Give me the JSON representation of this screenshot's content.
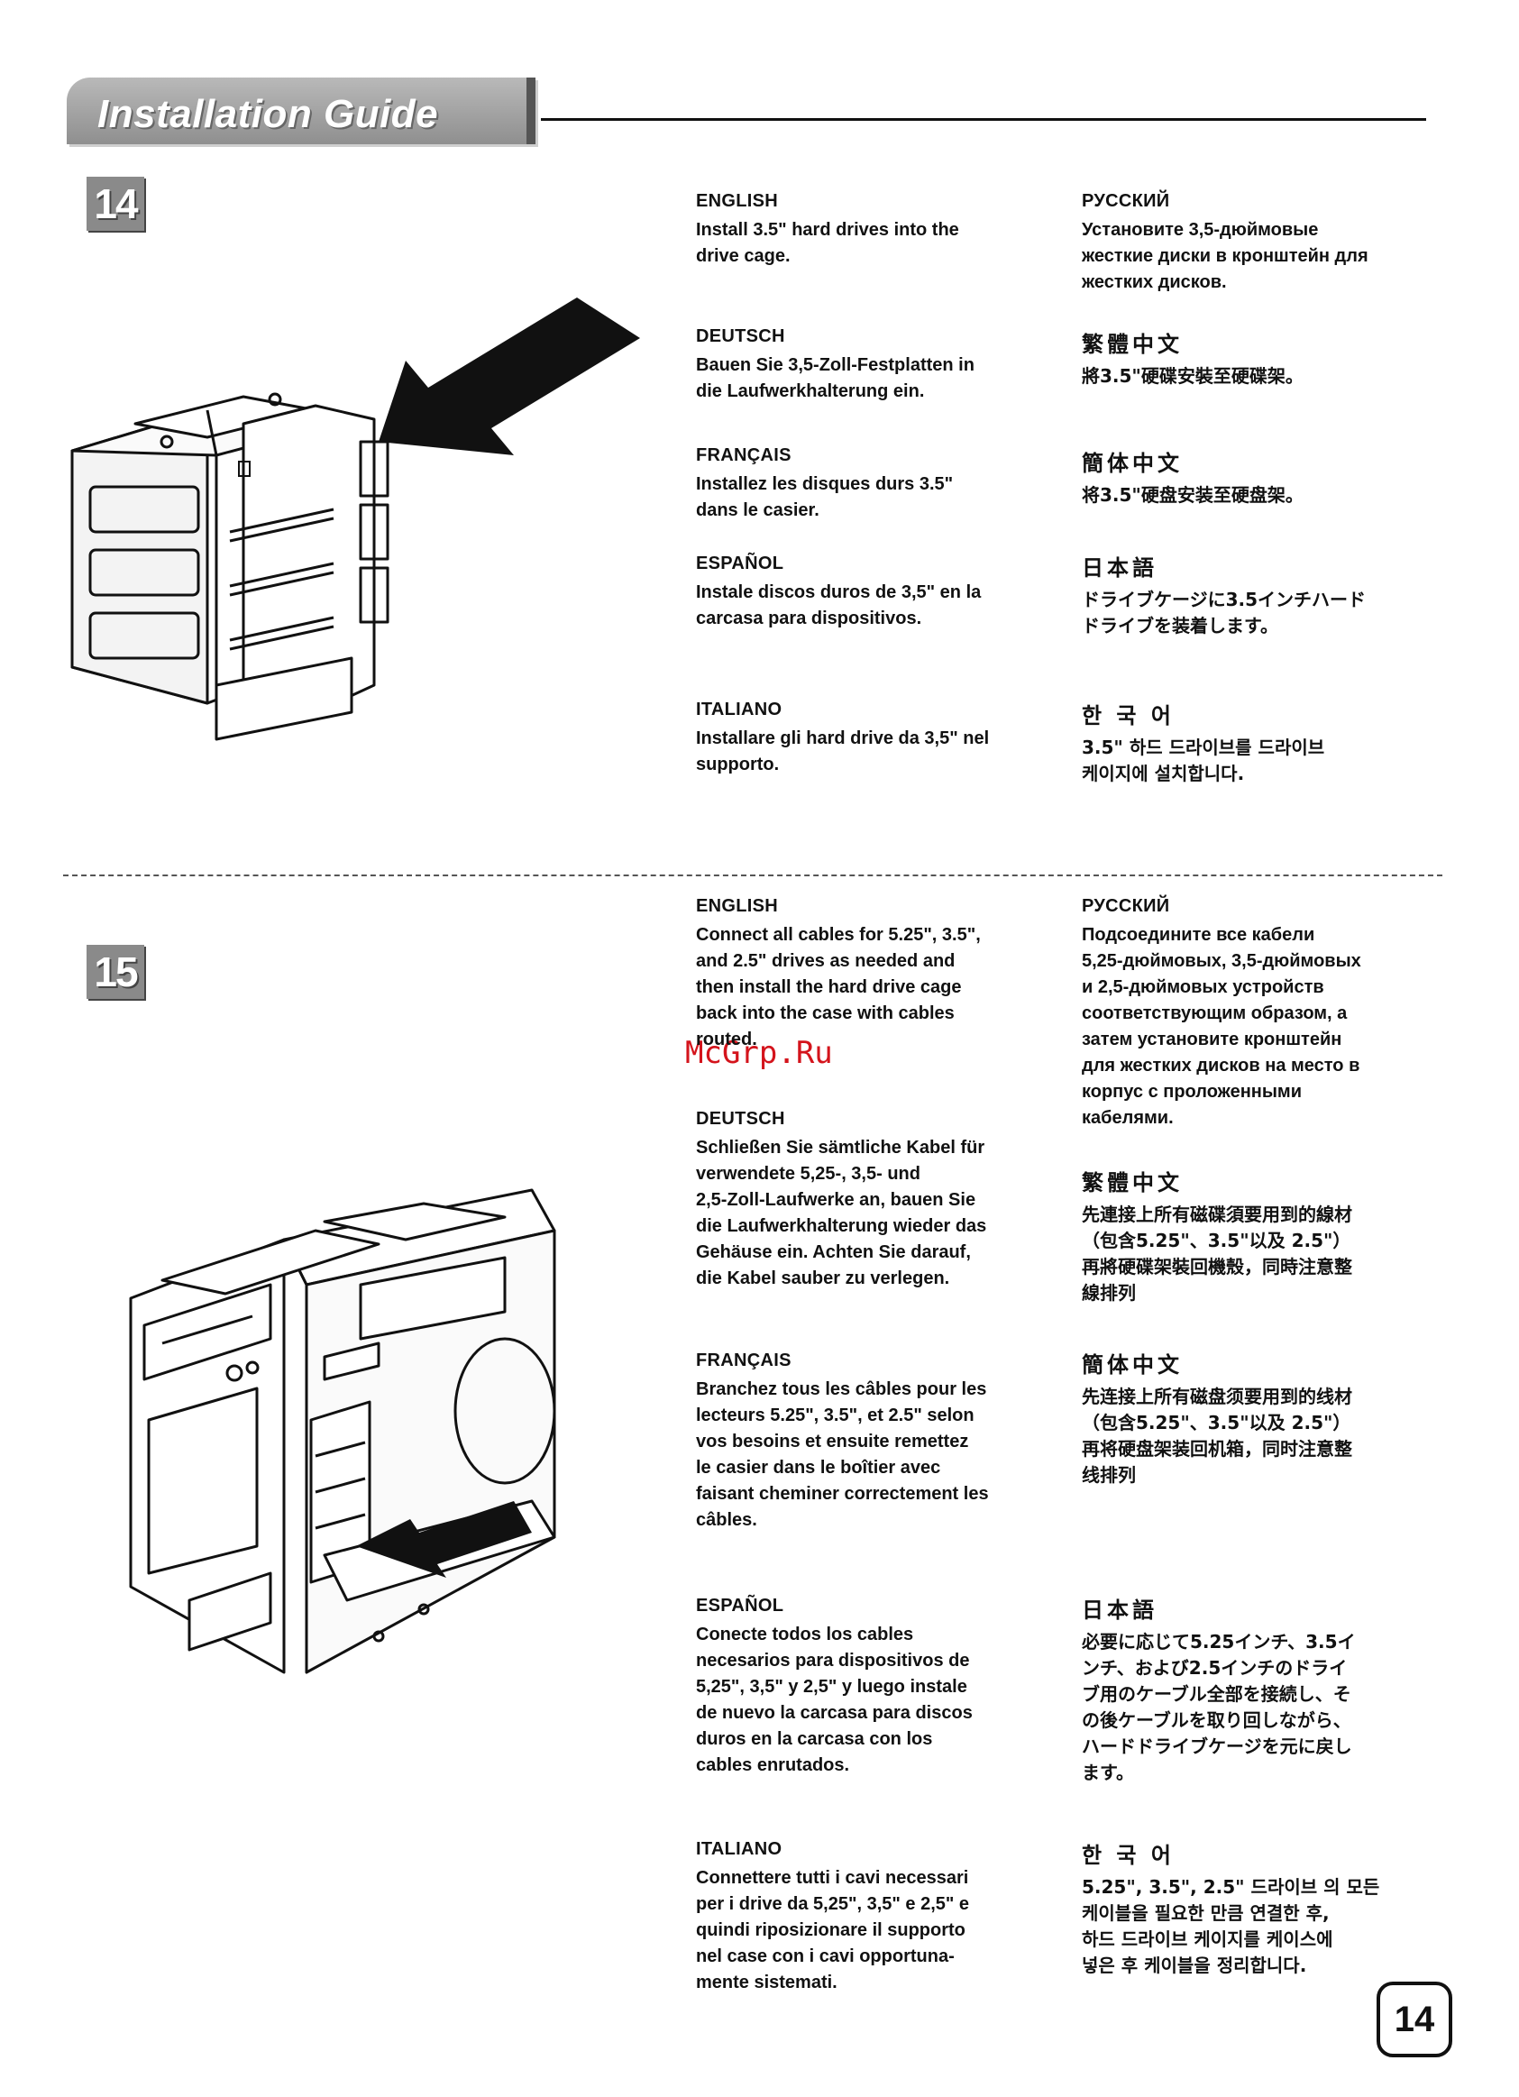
{
  "header": {
    "title": "Installation Guide"
  },
  "steps": [
    {
      "number": "14",
      "left": [
        {
          "lang": "ENGLISH",
          "text": "Install 3.5\" hard drives into the\ndrive cage."
        },
        {
          "lang": "DEUTSCH",
          "text": "Bauen Sie 3,5-Zoll-Festplatten in\ndie Laufwerkhalterung ein."
        },
        {
          "lang": "FRANÇAIS",
          "text": "Installez les disques durs 3.5\"\ndans le casier."
        },
        {
          "lang": "ESPAÑOL",
          "text": "Instale discos duros de 3,5\" en la\ncarcasa para dispositivos."
        },
        {
          "lang": "ITALIANO",
          "text": "Installare gli hard drive da 3,5\" nel\nsupporto."
        }
      ],
      "right": [
        {
          "lang": "РУССКИЙ",
          "text": "Установите 3,5-дюймовые\nжесткие диски в кронштейн для\nжестких дисков."
        },
        {
          "lang": "繁體中文",
          "text": "將3.5\"硬碟安裝至硬碟架。"
        },
        {
          "lang": "簡体中文",
          "text": "将3.5\"硬盘安装至硬盘架。"
        },
        {
          "lang": "日本語",
          "text": "ドライブケージに3.5インチハード\nドライブを装着します。"
        },
        {
          "lang": "한 국 어",
          "text": "3.5\" 하드 드라이브를 드라이브\n케이지에 설치합니다."
        }
      ]
    },
    {
      "number": "15",
      "left": [
        {
          "lang": "ENGLISH",
          "text": "Connect all cables for 5.25\", 3.5\",\nand 2.5\" drives as needed and\nthen install the hard drive cage\nback into the case with cables\nrouted."
        },
        {
          "lang": "DEUTSCH",
          "text": "Schließen Sie sämtliche Kabel für\nverwendete 5,25-, 3,5- und\n2,5-Zoll-Laufwerke an, bauen Sie\ndie Laufwerkhalterung wieder das\nGehäuse ein. Achten Sie darauf,\ndie Kabel sauber zu verlegen."
        },
        {
          "lang": "FRANÇAIS",
          "text": "Branchez tous les câbles pour les\nlecteurs 5.25\", 3.5\", et 2.5\" selon\nvos besoins et ensuite remettez\nle casier dans le boîtier avec\nfaisant cheminer correctement les\ncâbles."
        },
        {
          "lang": "ESPAÑOL",
          "text": "Conecte todos los cables\nnecesarios para dispositivos de\n5,25\", 3,5\" y 2,5\" y luego instale\nde nuevo la carcasa para discos\nduros en la carcasa con los\ncables enrutados."
        },
        {
          "lang": "ITALIANO",
          "text": "Connettere tutti i cavi necessari\nper i drive da 5,25\", 3,5\" e 2,5\" e\nquindi riposizionare il supporto\nnel case con i cavi opportuna-\nmente sistemati."
        }
      ],
      "right": [
        {
          "lang": "РУССКИЙ",
          "text": "Подсоедините все кабели\n5,25-дюймовых, 3,5-дюймовых\nи 2,5-дюймовых устройств\nсоответствующим образом, а\nзатем установите кронштейн\nдля жестких дисков на место в\nкорпус с проложенными\nкабелями."
        },
        {
          "lang": "繁體中文",
          "text": "先連接上所有磁碟須要用到的線材\n（包含5.25\"、3.5\"以及 2.5\"）\n再將硬碟架裝回機殼，同時注意整\n線排列"
        },
        {
          "lang": "簡体中文",
          "text": "先连接上所有磁盘须要用到的线材\n（包含5.25\"、3.5\"以及 2.5\"）\n再将硬盘架装回机箱，同时注意整\n线排列"
        },
        {
          "lang": "日本語",
          "text": "必要に応じて5.25インチ、3.5イ\nンチ、および2.5インチのドライ\nブ用のケーブル全部を接続し、そ\nの後ケーブルを取り回しながら、\nハードドライブケージを元に戻し\nます。"
        },
        {
          "lang": "한 국 어",
          "text": "5.25\", 3.5\", 2.5\" 드라이브 의 모든\n케이블을 필요한 만큼 연결한 후,\n하드 드라이브 케이지를 케이스에\n넣은 후 케이블을 정리합니다."
        }
      ]
    }
  ],
  "watermark": "McGrp.Ru",
  "page_number": "14",
  "icons": {
    "step14_illustration": "drive-cage-with-arrow-illustration",
    "step15_illustration": "pc-case-with-drive-cage-illustration"
  }
}
